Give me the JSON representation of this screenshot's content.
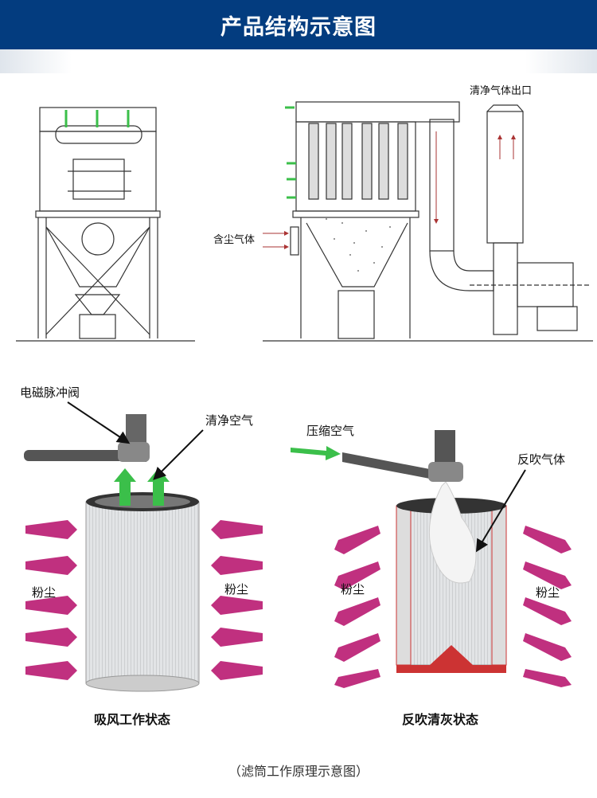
{
  "header": {
    "title": "产品结构示意图"
  },
  "structure": {
    "clean_gas_outlet": "清净气体出口",
    "dusty_gas_inlet": "含尘气体"
  },
  "working": {
    "valve": "电磁脉冲阀",
    "clean_air": "清净空气",
    "dust_left": "粉尘",
    "dust_right": "粉尘",
    "caption": "吸风工作状态"
  },
  "cleaning": {
    "compressed_air": "压缩空气",
    "blowback_gas": "反吹气体",
    "dust_left": "粉尘",
    "dust_right": "粉尘",
    "caption": "反吹清灰状态"
  },
  "footer": {
    "caption": "（滤筒工作原理示意图）"
  },
  "colors": {
    "header": "#033c7f",
    "dust_arrow": "#c0307f",
    "green": "#3bbf4a"
  }
}
